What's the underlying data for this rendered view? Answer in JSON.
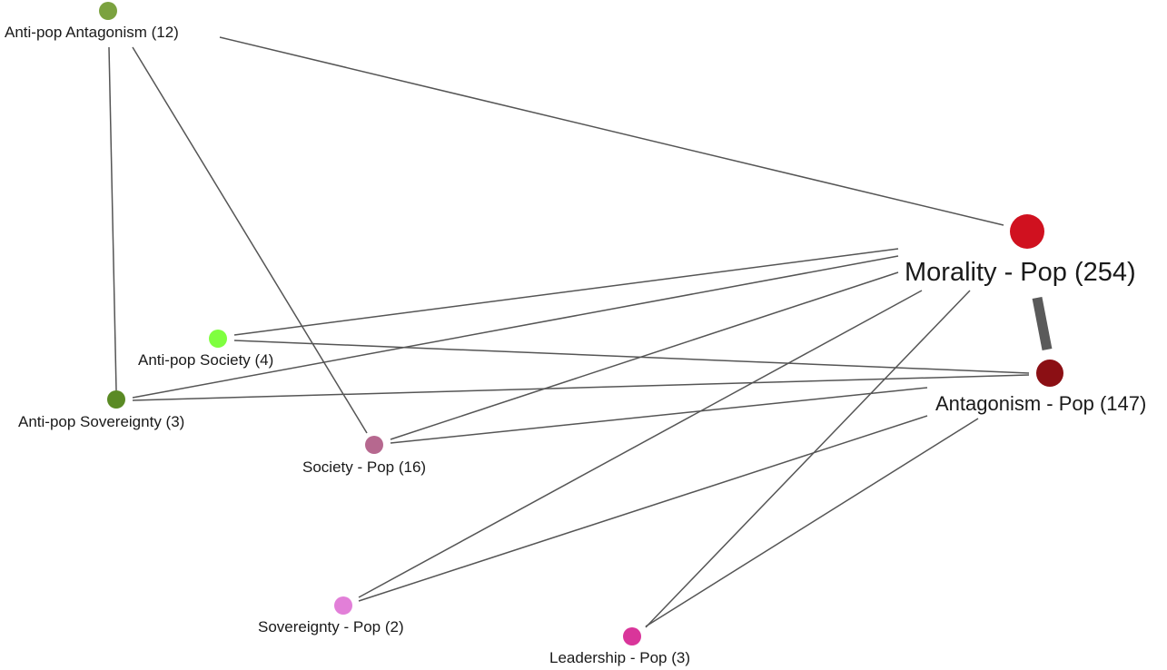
{
  "nodes": [
    {
      "id": "anti-antag",
      "label": "Anti-pop Antagonism (12)",
      "color": "#7ba23f"
    },
    {
      "id": "morality",
      "label": "Morality - Pop (254)",
      "color": "#d0111f"
    },
    {
      "id": "anti-society",
      "label": "Anti-pop Society (4)",
      "color": "#7fff3f"
    },
    {
      "id": "anti-sov",
      "label": "Anti-pop Sovereignty (3)",
      "color": "#5a8a24"
    },
    {
      "id": "antag",
      "label": "Antagonism - Pop (147)",
      "color": "#8b0f14"
    },
    {
      "id": "society",
      "label": "Society - Pop (16)",
      "color": "#b6688f"
    },
    {
      "id": "sov",
      "label": "Sovereignty - Pop (2)",
      "color": "#e27fd8"
    },
    {
      "id": "leader",
      "label": "Leadership - Pop (3)",
      "color": "#d9359a"
    }
  ],
  "edges": [
    {
      "from": "anti-antag",
      "to": "morality"
    },
    {
      "from": "anti-antag",
      "to": "anti-sov"
    },
    {
      "from": "anti-antag",
      "to": "society"
    },
    {
      "from": "morality",
      "to": "anti-society"
    },
    {
      "from": "morality",
      "to": "anti-sov"
    },
    {
      "from": "morality",
      "to": "society"
    },
    {
      "from": "morality",
      "to": "sov"
    },
    {
      "from": "morality",
      "to": "leader"
    },
    {
      "from": "morality",
      "to": "antag",
      "heavy": true
    },
    {
      "from": "anti-society",
      "to": "antag"
    },
    {
      "from": "anti-sov",
      "to": "antag"
    },
    {
      "from": "society",
      "to": "antag"
    },
    {
      "from": "sov",
      "to": "antag"
    },
    {
      "from": "leader",
      "to": "antag"
    }
  ],
  "colors": {
    "edge": "#555555",
    "heavy_edge": "#5a5a5a"
  }
}
